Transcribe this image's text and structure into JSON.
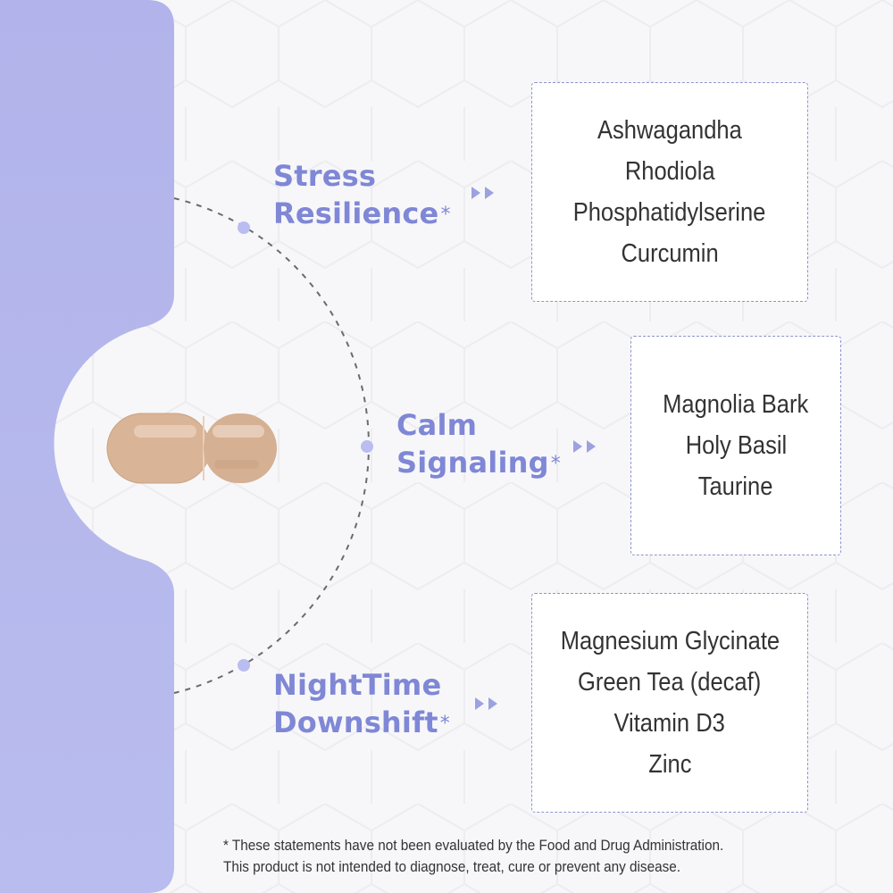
{
  "colors": {
    "panel": "#b3b5ea",
    "accent": "#7f87d6",
    "dot": "#b9bdf0",
    "box_border": "#8f93cf",
    "text_dark": "#333333"
  },
  "capsule": {
    "icon": "capsule-icon"
  },
  "benefits": [
    {
      "title_line1": "Stress",
      "title_line2": "Resilience",
      "asterisk": "*",
      "ingredients": [
        "Ashwagandha",
        "Rhodiola",
        "Phosphatidylserine",
        "Curcumin"
      ]
    },
    {
      "title_line1": "Calm",
      "title_line2": "Signaling",
      "asterisk": "*",
      "ingredients": [
        "Magnolia Bark",
        "Holy Basil",
        "Taurine"
      ]
    },
    {
      "title_line1": "NightTime",
      "title_line2": "Downshift",
      "asterisk": "*",
      "ingredients": [
        "Magnesium Glycinate",
        "Green Tea (decaf)",
        "Vitamin D3",
        "Zinc"
      ]
    }
  ],
  "disclaimer": {
    "line1": "* These statements have not been evaluated by the Food and Drug Administration.",
    "line2": "This product is not intended to diagnose, treat, cure or prevent any disease."
  }
}
